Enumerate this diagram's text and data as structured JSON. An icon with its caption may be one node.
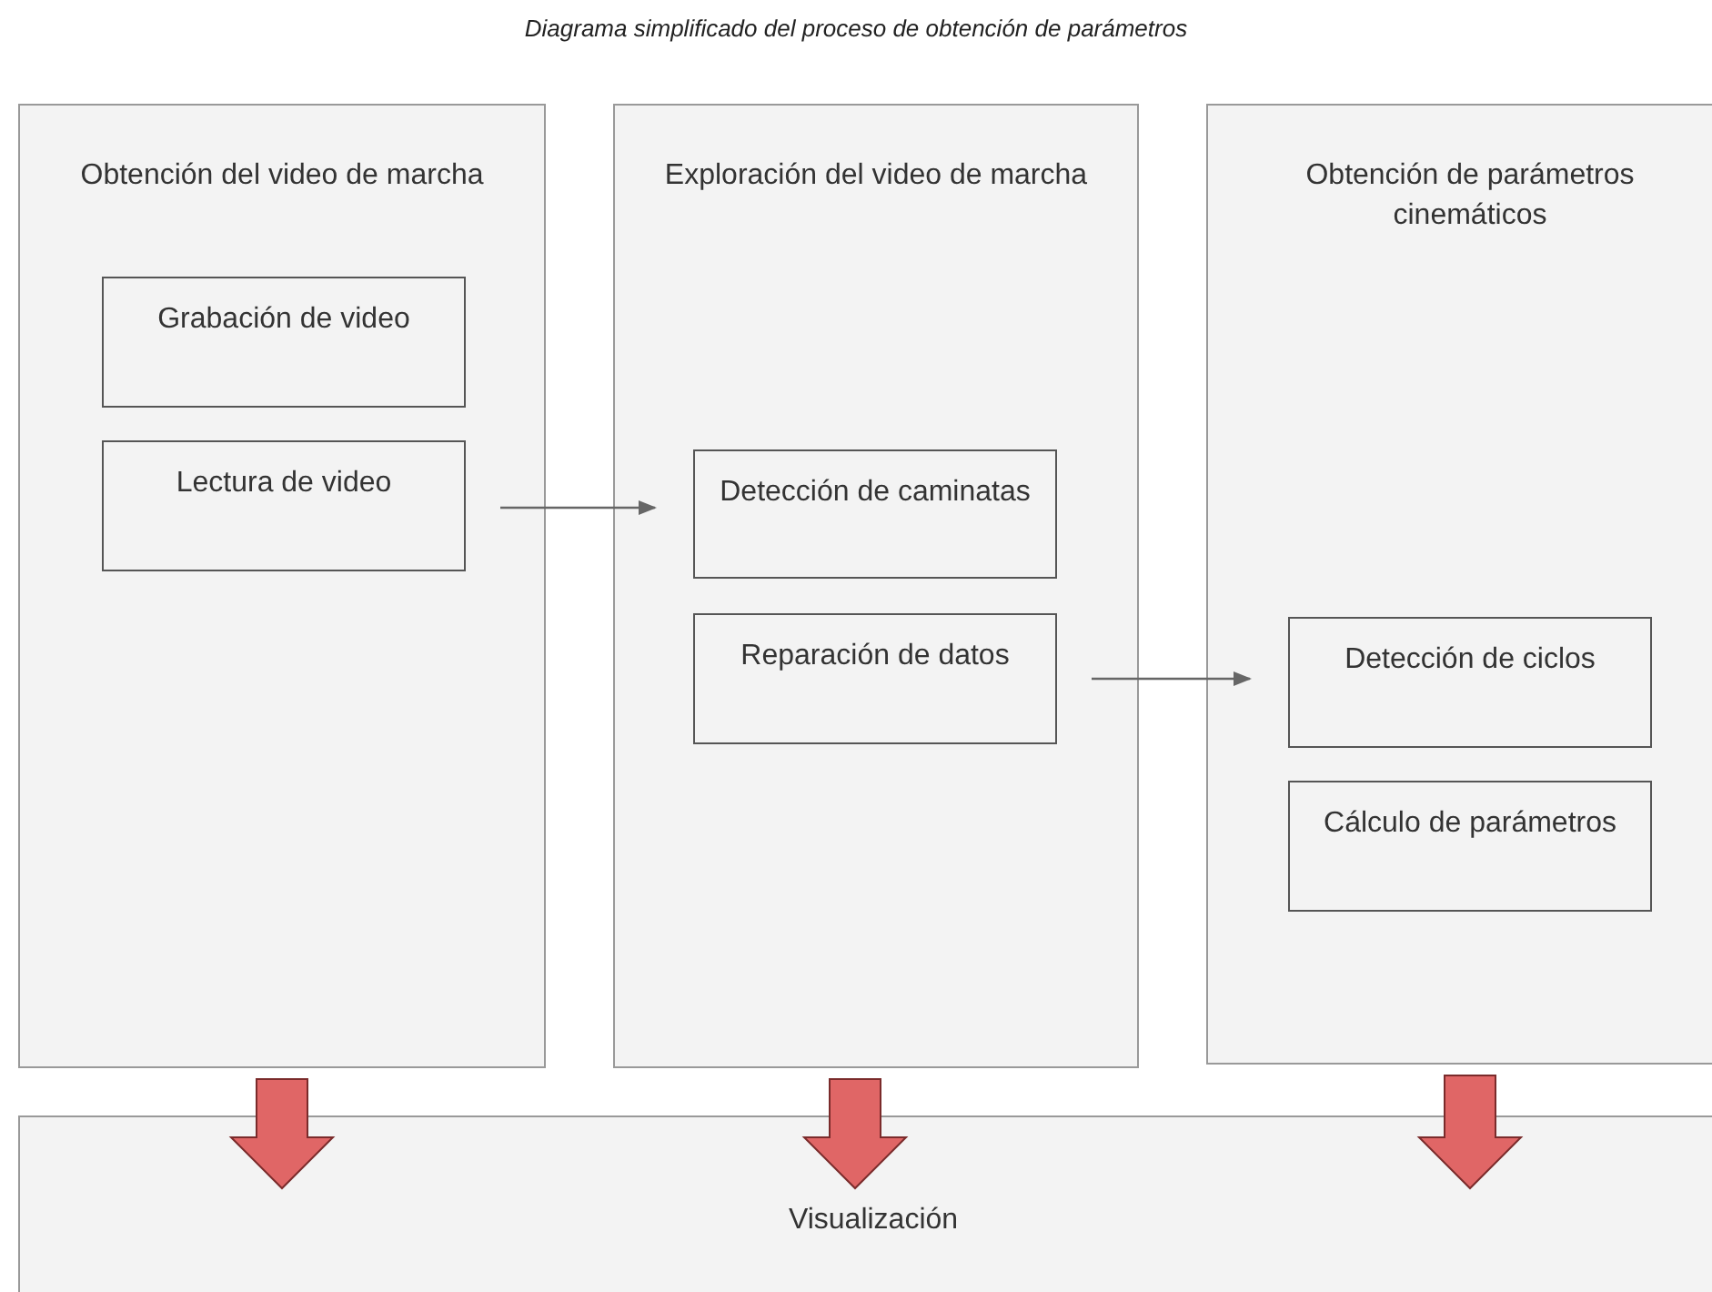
{
  "diagram": {
    "title": "Diagrama simplificado del proceso de obtención de parámetros",
    "nodes": [
      {
        "text": [
          "Obtención del video de marcha"
        ]
      },
      {
        "text": [
          "Grabación de video"
        ],
        "in": 0
      },
      {
        "text": [
          "Lectura de video"
        ],
        "in": 0
      },
      {
        "text": [
          "Exploración del video de marcha"
        ]
      },
      {
        "text": [
          "Detección de caminatas"
        ],
        "in": 3
      },
      {
        "text": [
          "Reparación de datos"
        ],
        "in": 3
      },
      {
        "text": [
          "Obtención de parámetros cinemáticos"
        ]
      },
      {
        "text": [
          "Detección de ciclos"
        ],
        "in": 6
      },
      {
        "text": [
          "Cálculo de parámetros"
        ],
        "in": 6
      },
      {
        "text": [
          "Visualización"
        ]
      }
    ],
    "edges": [
      {
        "from": 2,
        "to": 4,
        "arrow": "to"
      },
      {
        "from": 5,
        "to": 7,
        "arrow": "to"
      },
      {
        "from": 0,
        "to": 9,
        "arrow": "to",
        "style": "thick",
        "color": "#e06666"
      },
      {
        "from": 3,
        "to": 9,
        "arrow": "to",
        "style": "thick",
        "color": "#e06666"
      },
      {
        "from": 6,
        "to": 9,
        "arrow": "to",
        "style": "thick",
        "color": "#e06666"
      }
    ]
  }
}
